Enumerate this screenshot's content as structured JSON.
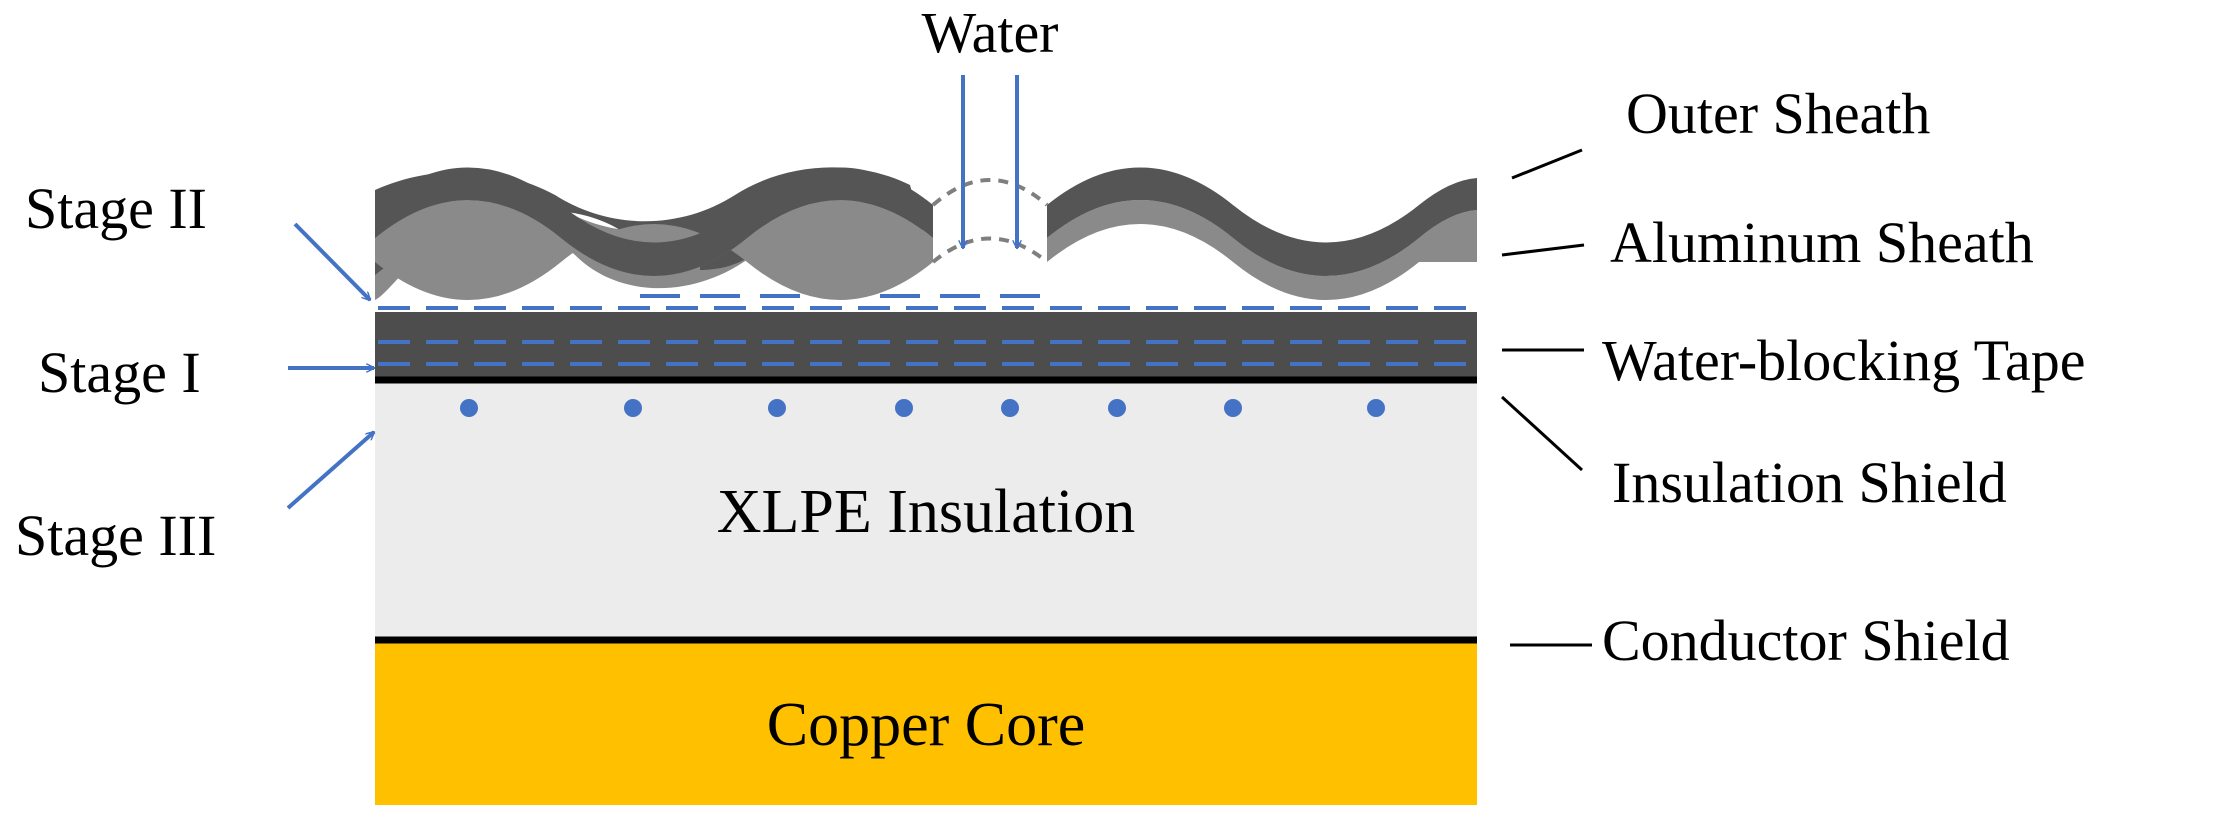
{
  "labels": {
    "water": "Water",
    "stage_ii": "Stage II",
    "stage_i": "Stage I",
    "stage_iii": "Stage III",
    "outer_sheath": "Outer Sheath",
    "aluminum_sheath": "Aluminum Sheath",
    "water_blocking_tape": "Water-blocking Tape",
    "insulation_shield": "Insulation Shield",
    "conductor_shield": "Conductor Shield",
    "xlpe_insulation": "XLPE Insulation",
    "copper_core": "Copper Core"
  },
  "colors": {
    "outer_sheath": "#555555",
    "aluminum_sheath": "#8a8a8a",
    "water_blocking_tape": "#4d4d4d",
    "xlpe_insulation": "#ececec",
    "copper_core": "#ffc000",
    "water_path": "#4472c4",
    "shield_line": "#000000"
  },
  "icons": {
    "water_droplets": "blue-dots",
    "water_flow": "down-arrows"
  }
}
